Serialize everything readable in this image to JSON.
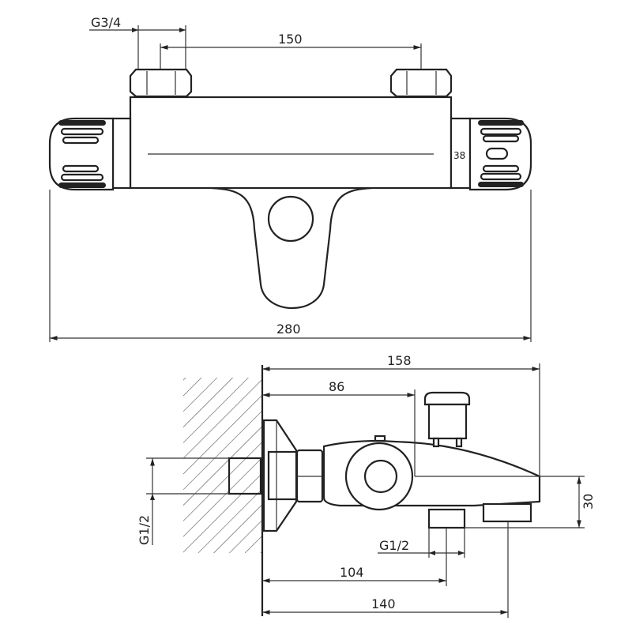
{
  "top_view": {
    "dim_total_width": "280",
    "dim_inlet_spacing": "150",
    "dim_inlet_thread": "G3/4",
    "dim_body_height": "38"
  },
  "side_view": {
    "dim_total_depth": "158",
    "dim_axis_depth": "86",
    "dim_wall_thread": "G1/2",
    "dim_outlet_thread": "G1/2",
    "dim_outlet_height": "30",
    "dim_outlet_depth": "104",
    "dim_spout_depth": "140"
  }
}
